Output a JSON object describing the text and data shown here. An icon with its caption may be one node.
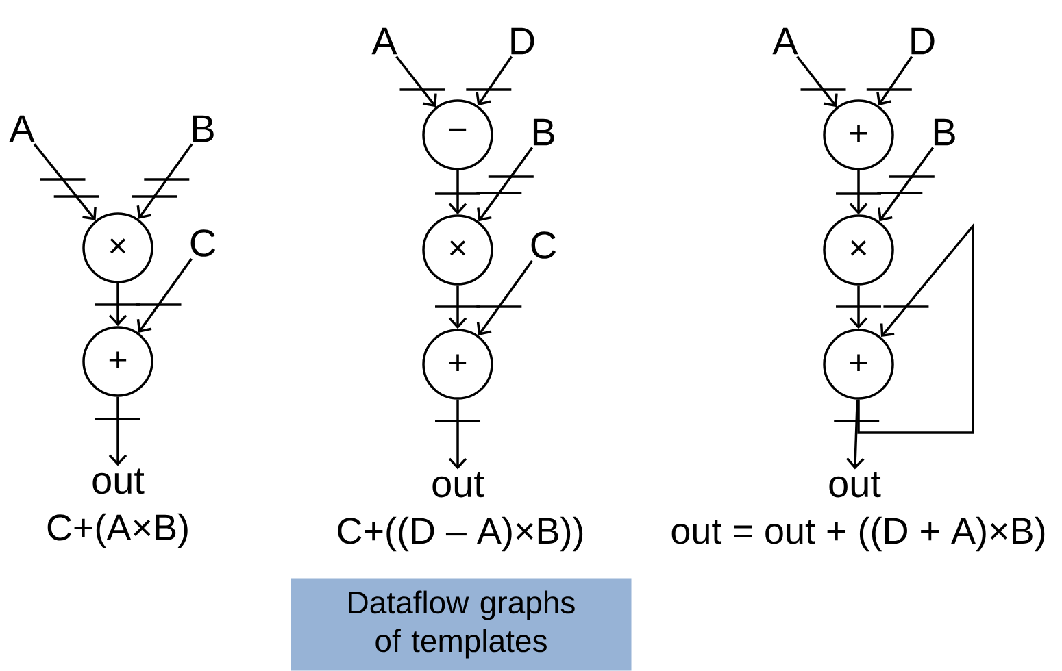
{
  "diagram": {
    "nodes": [
      {
        "text": [
          "A"
        ]
      },
      {
        "text": [
          "B"
        ]
      },
      {
        "text": [
          "×"
        ]
      },
      {
        "text": [
          "C"
        ]
      },
      {
        "text": [
          "+"
        ]
      },
      {
        "text": [
          "out"
        ]
      },
      {
        "text": [
          "A"
        ]
      },
      {
        "text": [
          "D"
        ]
      },
      {
        "text": [
          "−"
        ]
      },
      {
        "text": [
          "B"
        ]
      },
      {
        "text": [
          "×"
        ]
      },
      {
        "text": [
          "C"
        ]
      },
      {
        "text": [
          "+"
        ]
      },
      {
        "text": [
          "out"
        ]
      },
      {
        "text": [
          "A"
        ]
      },
      {
        "text": [
          "D"
        ]
      },
      {
        "text": [
          "+"
        ]
      },
      {
        "text": [
          "B"
        ]
      },
      {
        "text": [
          "×"
        ]
      },
      {
        "text": [
          "+"
        ]
      },
      {
        "text": [
          "out"
        ]
      },
      {
        "text": [
          "Dataflow graphs of templates"
        ]
      }
    ],
    "edges": [
      {
        "from": 0,
        "to": 2,
        "arrow": "to"
      },
      {
        "from": 1,
        "to": 2,
        "arrow": "to"
      },
      {
        "from": 2,
        "to": 4,
        "arrow": "to"
      },
      {
        "from": 3,
        "to": 4,
        "arrow": "to"
      },
      {
        "from": 4,
        "to": 5,
        "arrow": "to"
      },
      {
        "from": 6,
        "to": 8,
        "arrow": "to"
      },
      {
        "from": 7,
        "to": 8,
        "arrow": "to"
      },
      {
        "from": 8,
        "to": 10,
        "arrow": "to"
      },
      {
        "from": 9,
        "to": 10,
        "arrow": "to"
      },
      {
        "from": 10,
        "to": 12,
        "arrow": "to"
      },
      {
        "from": 11,
        "to": 12,
        "arrow": "to"
      },
      {
        "from": 12,
        "to": 13,
        "arrow": "to"
      },
      {
        "from": 14,
        "to": 16,
        "arrow": "to"
      },
      {
        "from": 15,
        "to": 16,
        "arrow": "to"
      },
      {
        "from": 16,
        "to": 18,
        "arrow": "to"
      },
      {
        "from": 17,
        "to": 18,
        "arrow": "to"
      },
      {
        "from": 18,
        "to": 19,
        "arrow": "to"
      },
      {
        "from": 19,
        "to": 20,
        "arrow": "to"
      },
      {
        "from": 19,
        "to": 19,
        "arrow": "to"
      }
    ],
    "labels": [
      "C+(A×B)",
      "C+((D – A)×B))",
      "out = out + ((D + A)×B)"
    ]
  }
}
